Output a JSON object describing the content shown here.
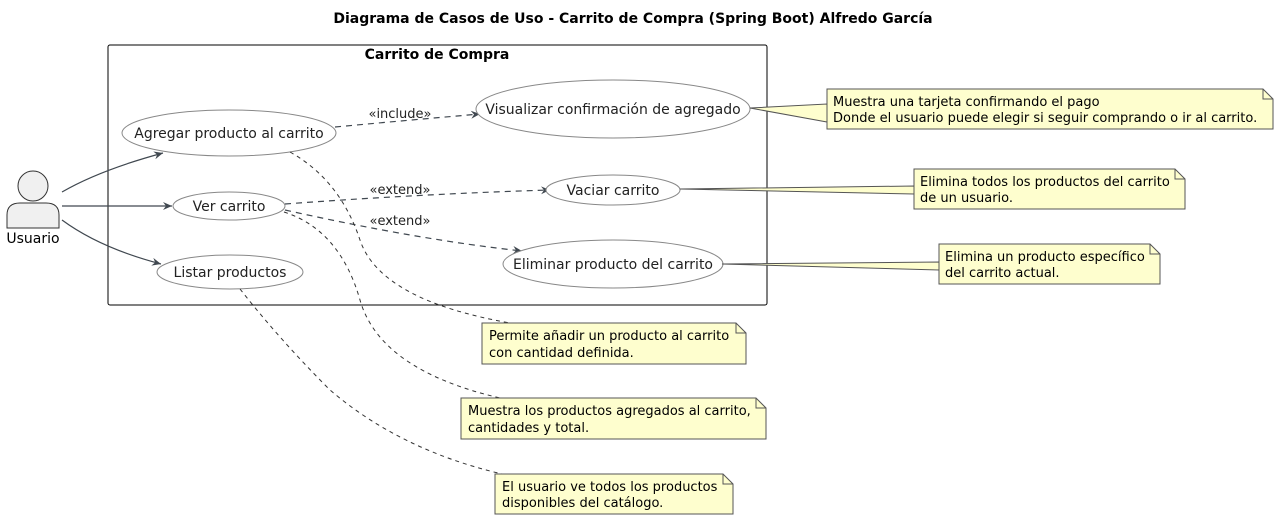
{
  "title": "Diagrama de Casos de Uso - Carrito de Compra (Spring Boot) Alfredo García",
  "system": {
    "name": "Carrito de Compra"
  },
  "actor": {
    "name": "Usuario"
  },
  "use_cases": {
    "agregar": "Agregar producto al carrito",
    "ver": "Ver carrito",
    "listar": "Listar productos",
    "visualizar": "Visualizar confirmación de agregado",
    "vaciar": "Vaciar carrito",
    "eliminar": "Eliminar producto del carrito"
  },
  "relations": {
    "include": "«include»",
    "extend1": "«extend»",
    "extend2": "«extend»"
  },
  "notes": {
    "visualizar": [
      "Muestra una tarjeta confirmando el pago",
      "Donde el usuario puede elegir si seguir comprando o ir al carrito."
    ],
    "vaciar": [
      "Elimina todos los productos del carrito",
      "de un usuario."
    ],
    "eliminar": [
      "Elimina un producto específico",
      "del carrito actual."
    ],
    "agregar": [
      "Permite añadir un producto al carrito",
      "con cantidad definida."
    ],
    "ver": [
      "Muestra los productos agregados al carrito,",
      "cantidades y total."
    ],
    "listar": [
      "El usuario ve todos los productos",
      "disponibles del catálogo."
    ]
  },
  "colors": {
    "note_fill": "#fefece",
    "note_border": "#555555",
    "line": "#404850"
  }
}
